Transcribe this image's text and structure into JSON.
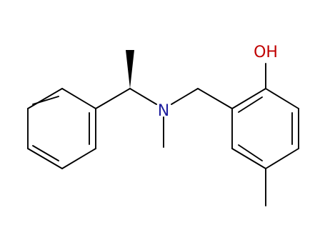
{
  "molecule": {
    "atoms": {
      "hydroxyl": {
        "label": "OH",
        "color": "#c00000"
      },
      "amine": {
        "label": "N",
        "color": "#1f1f9e"
      }
    },
    "bond_color": "#000000",
    "stereo_bond": "wedge"
  }
}
